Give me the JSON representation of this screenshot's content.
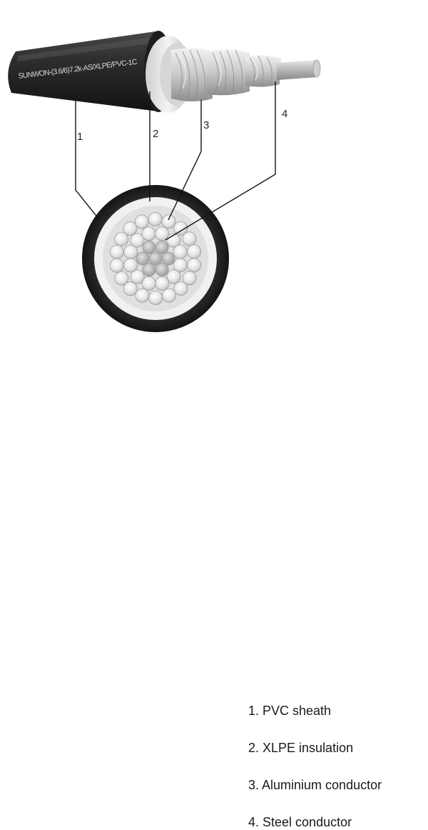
{
  "cable_print": "SUNWON-(3.6/6)7.2k-AS/XLPE/PVC-1C",
  "callout_numbers": [
    "1",
    "2",
    "3",
    "4"
  ],
  "legend": [
    "1. PVC sheath",
    "2. XLPE insulation",
    "3. Aluminium conductor",
    "4. Steel conductor"
  ],
  "colors": {
    "sheath": "#2b2b2b",
    "insulation": "#e9e9e9",
    "aluminium": "#d9d9d9",
    "steel": "#b8b8b8",
    "leader": "#111111"
  }
}
